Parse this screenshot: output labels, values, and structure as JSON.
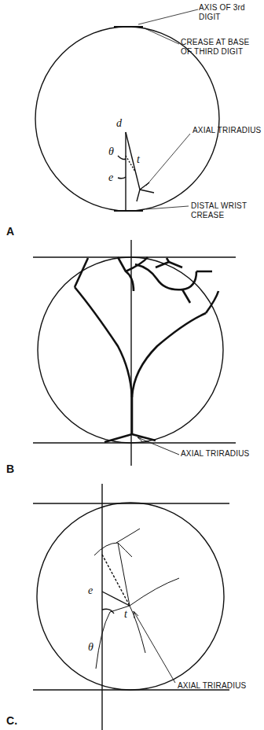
{
  "diagram": {
    "labels": [
      "AXIS OF 3rd DIGIT",
      "CREASE AT BASE OF THIRD DIGIT",
      "AXIAL TRIRADIUS",
      "DISTAL WRIST CREASE",
      "d",
      "θ",
      "t",
      "e",
      "A",
      "AXIAL TRIRADIUS",
      "B",
      "e",
      "t",
      "θ",
      "AXIAL TRIRADIUS",
      "C."
    ]
  }
}
